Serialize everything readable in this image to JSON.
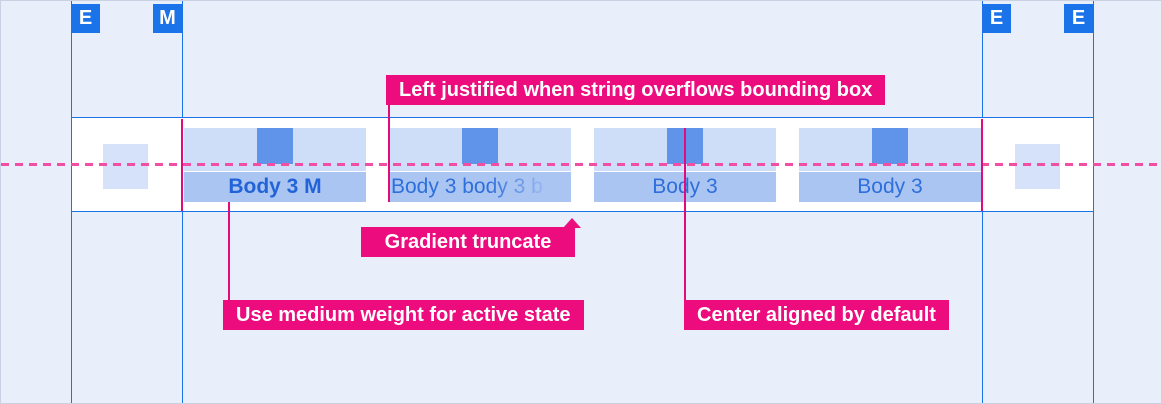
{
  "badges": {
    "left_outer": "E",
    "left_inner": "M",
    "right_inner": "E",
    "right_outer": "E"
  },
  "tab_bar": {
    "tabs": [
      {
        "label": "Body 3 M",
        "state": "active",
        "weight": "medium",
        "align": "center"
      },
      {
        "label": "Body 3 body 3 b",
        "state": "overflow",
        "weight": "regular",
        "align": "left",
        "truncation": "gradient"
      },
      {
        "label": "Body 3",
        "state": "default",
        "weight": "regular",
        "align": "center"
      },
      {
        "label": "Body 3",
        "state": "default",
        "weight": "regular",
        "align": "center"
      }
    ]
  },
  "annotations": {
    "left_justified": "Left justified when string overflows bounding box",
    "gradient_truncate": "Gradient truncate",
    "medium_weight": "Use medium weight for active state",
    "center_aligned": "Center aligned by default"
  },
  "colors": {
    "background": "#e9eefb",
    "guide_blue": "#1a73e8",
    "annotation_magenta": "#ec0c7e",
    "connector_magenta": "#e30b7c",
    "dashed_centerline_pink": "#f24fa4",
    "tab_strip_blue": "#cfdef8",
    "indicator_blue": "#6093ea",
    "tab_label_bg_blue": "#abc5f3",
    "tab_text_blue": "#2e6fdb",
    "band_bg": "#ffffff"
  }
}
